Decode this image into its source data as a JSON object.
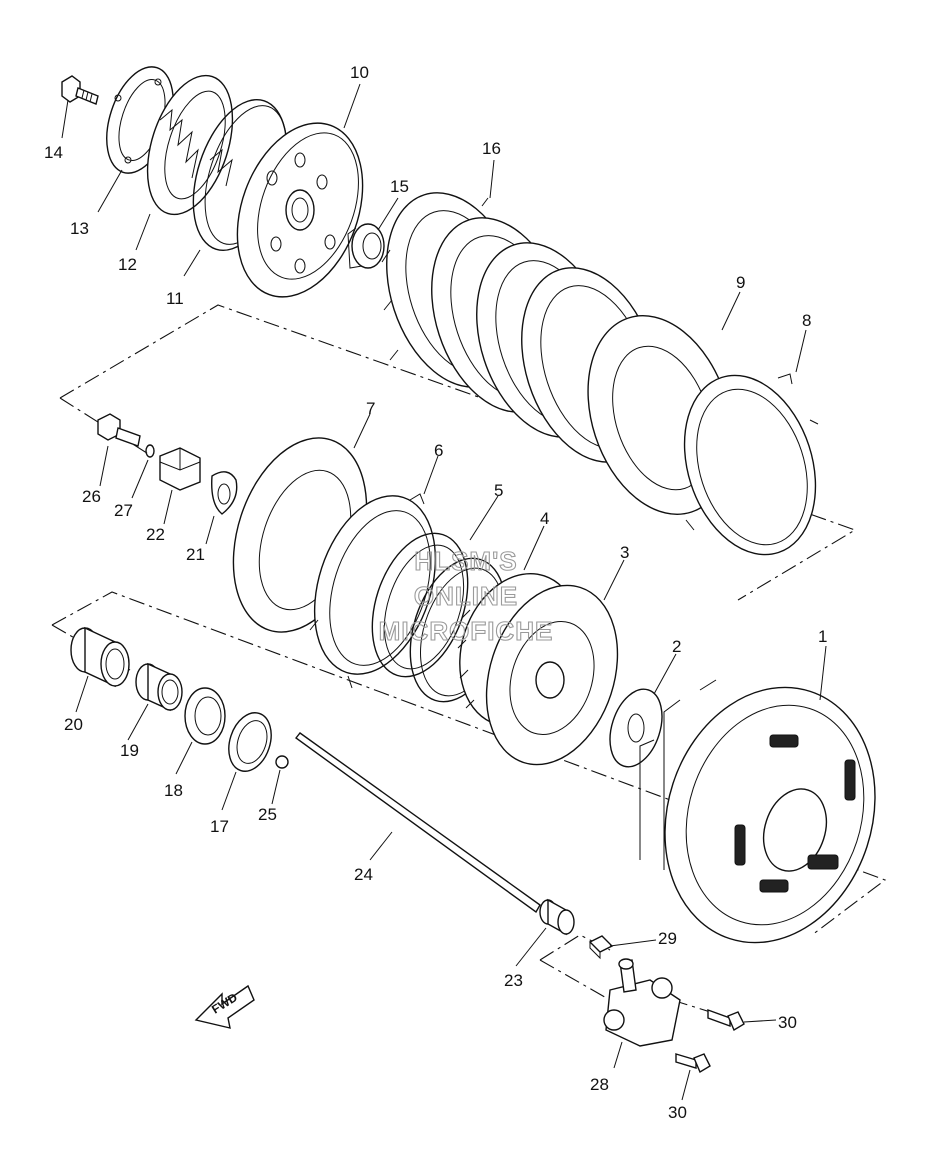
{
  "parts": [
    {
      "id": "1",
      "label": "1"
    },
    {
      "id": "2",
      "label": "2"
    },
    {
      "id": "3",
      "label": "3"
    },
    {
      "id": "4",
      "label": "4"
    },
    {
      "id": "5",
      "label": "5"
    },
    {
      "id": "6",
      "label": "6"
    },
    {
      "id": "7",
      "label": "7"
    },
    {
      "id": "8",
      "label": "8"
    },
    {
      "id": "9",
      "label": "9"
    },
    {
      "id": "10",
      "label": "10"
    },
    {
      "id": "11",
      "label": "11"
    },
    {
      "id": "12",
      "label": "12"
    },
    {
      "id": "13",
      "label": "13"
    },
    {
      "id": "14",
      "label": "14"
    },
    {
      "id": "15",
      "label": "15"
    },
    {
      "id": "16",
      "label": "16"
    },
    {
      "id": "17",
      "label": "17"
    },
    {
      "id": "18",
      "label": "18"
    },
    {
      "id": "19",
      "label": "19"
    },
    {
      "id": "20",
      "label": "20"
    },
    {
      "id": "21",
      "label": "21"
    },
    {
      "id": "22",
      "label": "22"
    },
    {
      "id": "23",
      "label": "23"
    },
    {
      "id": "24",
      "label": "24"
    },
    {
      "id": "25",
      "label": "25"
    },
    {
      "id": "26",
      "label": "26"
    },
    {
      "id": "27",
      "label": "27"
    },
    {
      "id": "28",
      "label": "28"
    },
    {
      "id": "29",
      "label": "29"
    },
    {
      "id": "30a",
      "label": "30"
    },
    {
      "id": "30b",
      "label": "30"
    }
  ],
  "watermark": {
    "line1": "HLSM'S",
    "line2": "ONLINE",
    "line3": "MICROFICHE"
  },
  "direction_label": "FWD"
}
